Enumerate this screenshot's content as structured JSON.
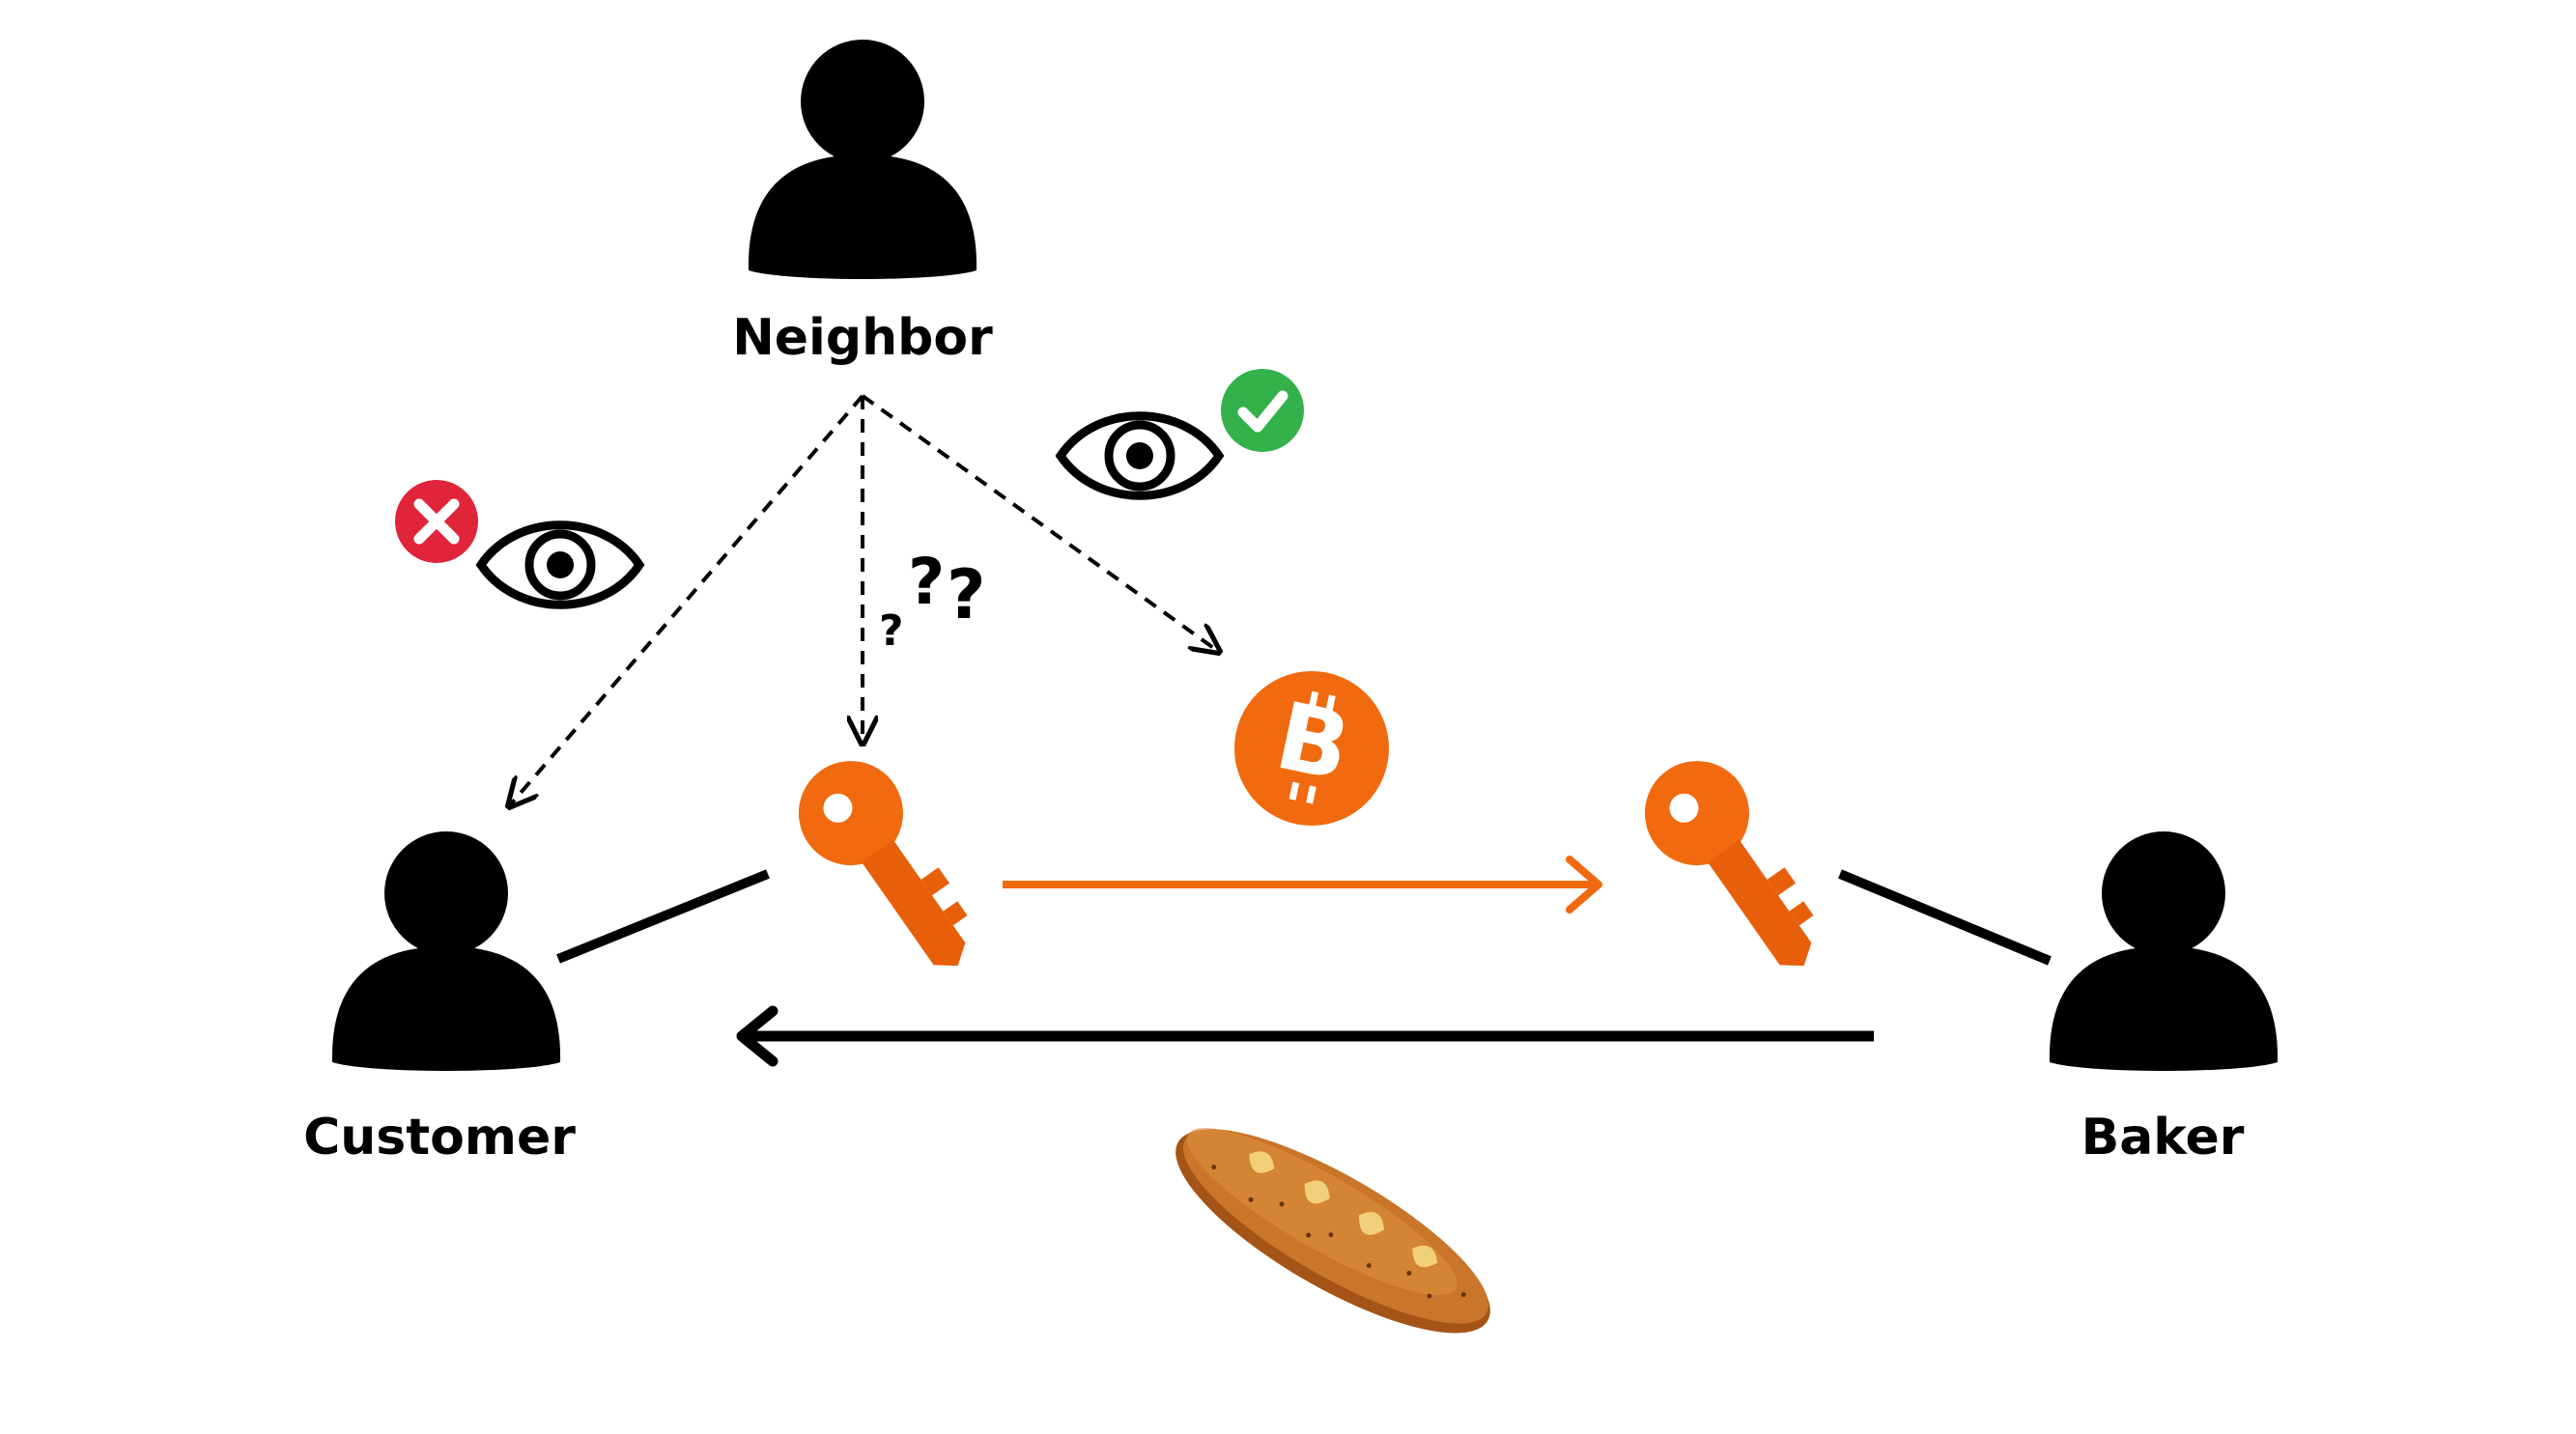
{
  "labels": {
    "neighbor": "Neighbor",
    "customer": "Customer",
    "baker": "Baker"
  },
  "question_marks": "???",
  "icons": {
    "people": [
      "person-icon"
    ],
    "eye": "eye-icon",
    "key": "key-icon",
    "bitcoin": "bitcoin-icon",
    "bread": "bread-icon",
    "check": "check-badge-icon",
    "cross": "cross-badge-icon"
  },
  "colors": {
    "orange": "#f26a0f",
    "bitcoin": "#f26a0f",
    "check": "#34b14a",
    "cross": "#e0243a",
    "ink": "#000000",
    "bread": "#c9752a"
  }
}
